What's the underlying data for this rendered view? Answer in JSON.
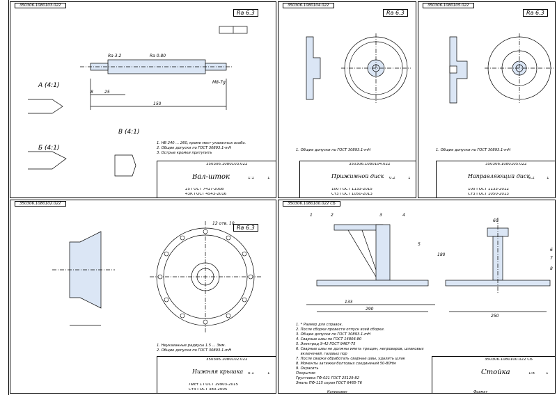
{
  "sheets": {
    "shaft": {
      "code": "350306.1080103.022",
      "roughness": "Ra 6.3",
      "name": "Вал-шток",
      "material_1": "25 ГОСТ 7417-2008",
      "material_2": "43К ГОСТ 4543-2016",
      "scale": "1:1",
      "sheet": "1",
      "notes": "1. НВ 240 ... 260, кроме мест указанных особо.\n2. Общие допуски по ГОСТ 30893.1-mH\n3. Острые кромки притупить",
      "view_a": "А (4:1)",
      "view_b": "Б (4:1)",
      "view_v": "В (4:1)",
      "dims": {
        "len": "150",
        "d1": "25",
        "d2": "8",
        "th": "М8-7g",
        "rough2": "Ra 0.80",
        "rough3": "Ra 3.2"
      }
    },
    "spring_disk": {
      "code": "350306.1080104.022",
      "roughness": "Ra 6.3",
      "name": "Прижимной диск",
      "material_1": "100 ГОСТ 1133-2015",
      "material_2": "Ст3 ГОСТ 1050-2013",
      "scale": "0.2",
      "sheet": "1",
      "notes": "1. Общие допуски по ГОСТ 30893.1-mH"
    },
    "guide_disk": {
      "code": "350306.1080105.022",
      "roughness": "Ra 6.3",
      "name": "Направляющий диск",
      "material_1": "100 ГОСТ 1133-2012",
      "material_2": "Ст3 ГОСТ 1050-2013",
      "scale": "0.2",
      "sheet": "1",
      "notes": "1. Общие допуски по ГОСТ 30893.1-mH"
    },
    "bottom_cover": {
      "code": "350306.1080102.022",
      "roughness": "Ra 6.3",
      "name": "Нижняя крышка",
      "material_1": "Лист 1 ГОСТ 19903-2015",
      "material_2": "Ст3 ГОСТ 380-2005",
      "scale": "0.1",
      "sheet": "1",
      "notes": "1. Неуказанные радиусы 1.5 ... 3мм.\n2. Общие допуски по ГОСТ 30893.1-mH",
      "holes": "12 отв. 10"
    },
    "stand": {
      "code": "350306.1080100.022 СБ",
      "name": "Стойка",
      "scale": "1:8",
      "sheet": "1",
      "notes": "1. * Размер для справок.\n2. После сборки провести отпуск всей сборки.\n3. Общие допуски по ГОСТ 30893.1-mH\n4. Сварные швы по ГОСТ 14806-80\n5. Электрод Э-42 ГОСТ 9467-75\n6. Сварные швы не должны иметь трещин, непроваров, шлаковых\n    включений, газовых пор\n7. После сварки обработать сварные швы, удалить шлак\n8. Моменты затяжки болтовых соединений 50-80Нм\n9. Окрасить\nПокрытие:\nГрунтовка ГФ-021 ГОСТ 25129-82\nЭмаль ПФ-115 серая ГОСТ 6465-76",
      "dims": {
        "w1": "290",
        "w2": "133",
        "h": "180",
        "w3": "250",
        "d60": "60"
      },
      "leaders": [
        "1",
        "2",
        "3",
        "4",
        "5",
        "6",
        "7",
        "8"
      ]
    }
  },
  "footer": {
    "left": "Копировал",
    "right": "Формат"
  }
}
